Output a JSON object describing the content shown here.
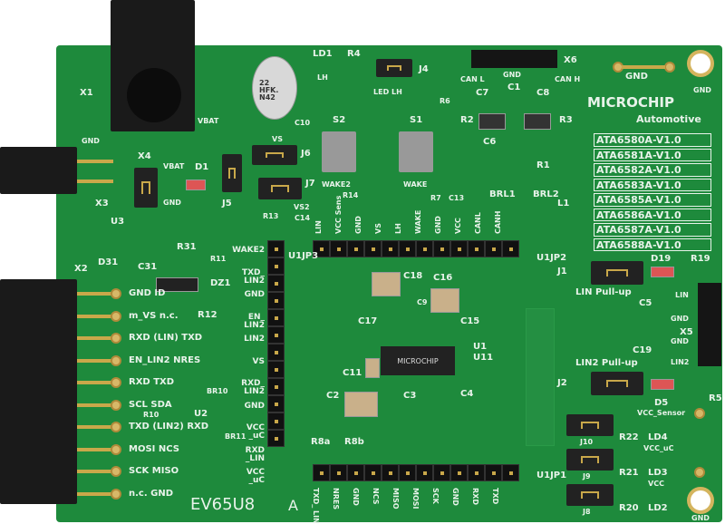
{
  "board": {
    "id": "EV65U8",
    "id_suffix": "A",
    "brand": "MICROCHIP",
    "brand_sub": "Automotive",
    "chip_logo": "MICROCHIP"
  },
  "versions": [
    "ATA6580A-V1.0",
    "ATA6581A-V1.0",
    "ATA6582A-V1.0",
    "ATA6583A-V1.0",
    "ATA6585A-V1.0",
    "ATA6586A-V1.0",
    "ATA6587A-V1.0",
    "ATA6588A-V1.0"
  ],
  "x2_pins": [
    "GND  ID",
    "m_VS n.c.",
    "RXD (LIN) TXD",
    "EN_LIN2 NRES",
    "RXD  TXD",
    "SCL   SDA",
    "TXD (LIN2) RXD",
    "MOSI NCS",
    "SCK  MISO",
    "n.c.  GND"
  ],
  "u1jp3_labels": [
    "WAKE2",
    "TXD_ LIN2",
    "GND",
    "EN_ LIN2",
    "LIN2",
    "VS",
    "RXD_ LIN2",
    "GND",
    "VCC _uC",
    "RXD _LIN",
    "VCC _uC"
  ],
  "u1jp2_labels": [
    "LIN",
    "VCC Sens",
    "GND",
    "VS",
    "LH",
    "WAKE",
    "GND",
    "VCC",
    "CANL",
    "CANH"
  ],
  "u1jp1_labels": [
    "TXD_ LIN",
    "NRES",
    "GND",
    "NCS",
    "MISO",
    "MOSI",
    "SCK",
    "GND",
    "RXD",
    "TXD"
  ],
  "labels": {
    "x1": "X1",
    "x2": "X2",
    "x3": "X3",
    "x4": "X4",
    "x5": "X5",
    "x6": "X6",
    "gnd": "GND",
    "vbat": "VBAT",
    "d1": "D1",
    "j5": "J5",
    "j6": "J6",
    "j7": "J7",
    "vs": "VS",
    "vs2": "VS2",
    "s1": "S1",
    "s2": "S2",
    "wake": "WAKE",
    "wake2": "WAKE2",
    "ld1": "LD1",
    "r4": "R4",
    "j4": "J4",
    "led_lh": "LED LH",
    "lh": "LH",
    "r6": "R6",
    "r7": "R7",
    "c13": "C13",
    "r14": "R14",
    "r13": "R13",
    "c14": "C14",
    "c10": "C10",
    "cap_text": "22 HFK. N42",
    "can_l": "CAN L",
    "can_h": "CAN H",
    "c7": "C7",
    "c1": "C1",
    "c8": "C8",
    "r2": "R2",
    "r3": "R3",
    "c6": "C6",
    "r1": "R1",
    "brl1": "BRL1",
    "brl2": "BRL2",
    "l1": "L1",
    "u3": "U3",
    "d31": "D31",
    "c31": "C31",
    "r31": "R31",
    "r11": "R11",
    "dz1": "DZ1",
    "r12": "R12",
    "u2": "U2",
    "r10": "R10",
    "br10": "BR10",
    "br11": "BR11",
    "u1": "U1",
    "u11": "U11",
    "c18": "C18",
    "c16": "C16",
    "c9": "C9",
    "c17": "C17",
    "c15": "C15",
    "c11": "C11",
    "c2": "C2",
    "c3": "C3",
    "c4": "C4",
    "r8a": "R8a",
    "r8b": "R8b",
    "u1jp1": "U1JP1",
    "u1jp2": "U1JP2",
    "u1jp3": "U1JP3",
    "j1": "J1",
    "j2": "J2",
    "lin_pullup": "LIN Pull-up",
    "lin2_pullup": "LIN2 Pull-up",
    "d19": "D19",
    "r19": "R19",
    "c5": "C5",
    "c19": "C19",
    "lin": "LIN",
    "lin2": "LIN2",
    "d5": "D5",
    "r5": "R5",
    "vcc_sensor": "VCC_Sensor",
    "vcc_uc": "VCC_uC",
    "vcc": "VCC",
    "r22": "R22",
    "r21": "R21",
    "r20": "R20",
    "ld4": "LD4",
    "ld3": "LD3",
    "ld2": "LD2",
    "j10": "J10",
    "j9": "J9",
    "j8": "J8"
  }
}
